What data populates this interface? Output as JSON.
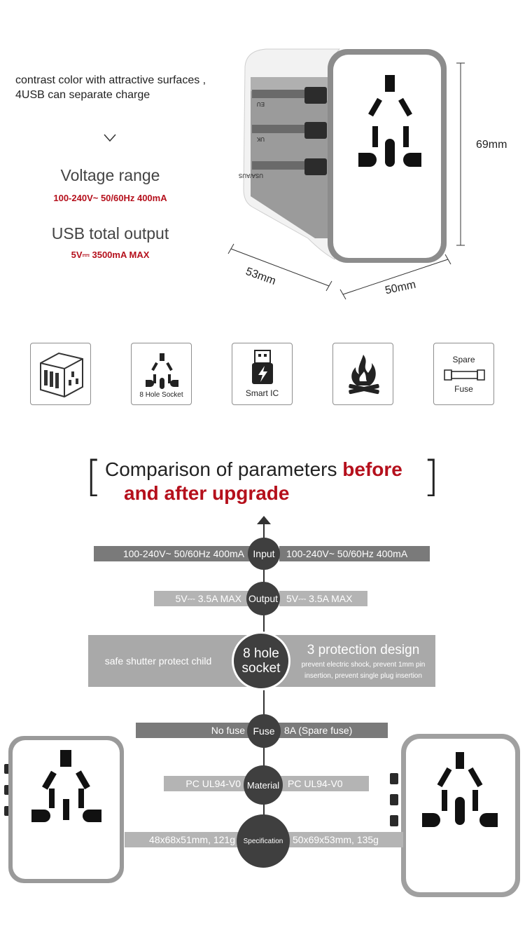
{
  "intro": {
    "line1": "contrast color with attractive surfaces ,",
    "line2": "4USB can separate charge"
  },
  "voltage_range": {
    "title": "Voltage range",
    "value": "100-240V~ 50/60Hz 400mA"
  },
  "usb_output": {
    "title": "USB total output",
    "value": "5V⎓ 3500mA MAX"
  },
  "product": {
    "plug_labels": [
      "EU",
      "UK",
      "USA/AUS"
    ],
    "dimensions": {
      "height": "69mm",
      "depth": "53mm",
      "width": "50mm"
    }
  },
  "features": [
    {
      "label": "",
      "icon": "adapter-icon"
    },
    {
      "label": "8 Hole Socket",
      "icon": "socket-holes-icon"
    },
    {
      "label": "Smart IC",
      "icon": "usb-charge-icon"
    },
    {
      "label": "",
      "icon": "fireproof-icon"
    },
    {
      "label_top": "Spare",
      "label": "Fuse",
      "icon": "fuse-icon"
    }
  ],
  "comparison": {
    "title_prefix": "Comparison of parameters ",
    "title_highlight": "before",
    "title_line2": "and after upgrade",
    "rows": [
      {
        "param": "Input",
        "before": "100-240V~ 50/60Hz 400mA",
        "after": "100-240V~ 50/60Hz 400mA"
      },
      {
        "param": "Output",
        "before": "5V⎓ 3.5A MAX",
        "after": "5V⎓ 3.5A MAX"
      },
      {
        "param": "8 hole socket",
        "before": "safe shutter protect child",
        "after_title": "3 protection design",
        "after": "prevent electric shock, prevent 1mm pin insertion, prevent single plug insertion"
      },
      {
        "param": "Fuse",
        "before": "No fuse",
        "after": "8A (Spare fuse)"
      },
      {
        "param": "Material",
        "before": "PC UL94-V0",
        "after": "PC UL94-V0"
      },
      {
        "param": "Specification",
        "before": "48x68x51mm, 121g",
        "after": "50x69x53mm, 135g"
      }
    ]
  },
  "colors": {
    "accent_red": "#b5101c",
    "bar_gray": "#9a9a9a",
    "circle_dark": "#3f3f3f"
  }
}
